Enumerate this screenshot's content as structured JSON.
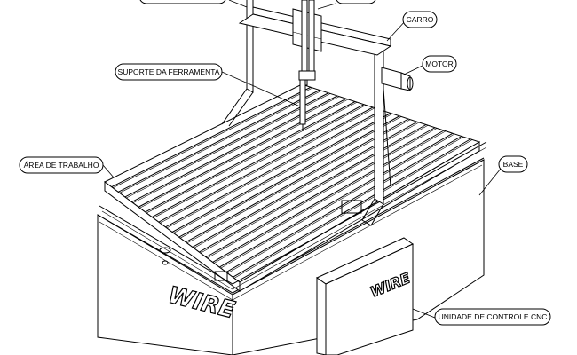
{
  "callouts": {
    "top_left": "",
    "top_right": "",
    "carro": "CARRO",
    "motor": "MOTOR",
    "suporte": "SUPORTE DA FERRAMENTA",
    "area": "ÁREA DE TRABALHO",
    "base": "BASE",
    "controle": "UNIDADE DE CONTROLE CNC"
  },
  "branding": {
    "base_logo": "WIRE",
    "control_logo": "WIRE"
  }
}
